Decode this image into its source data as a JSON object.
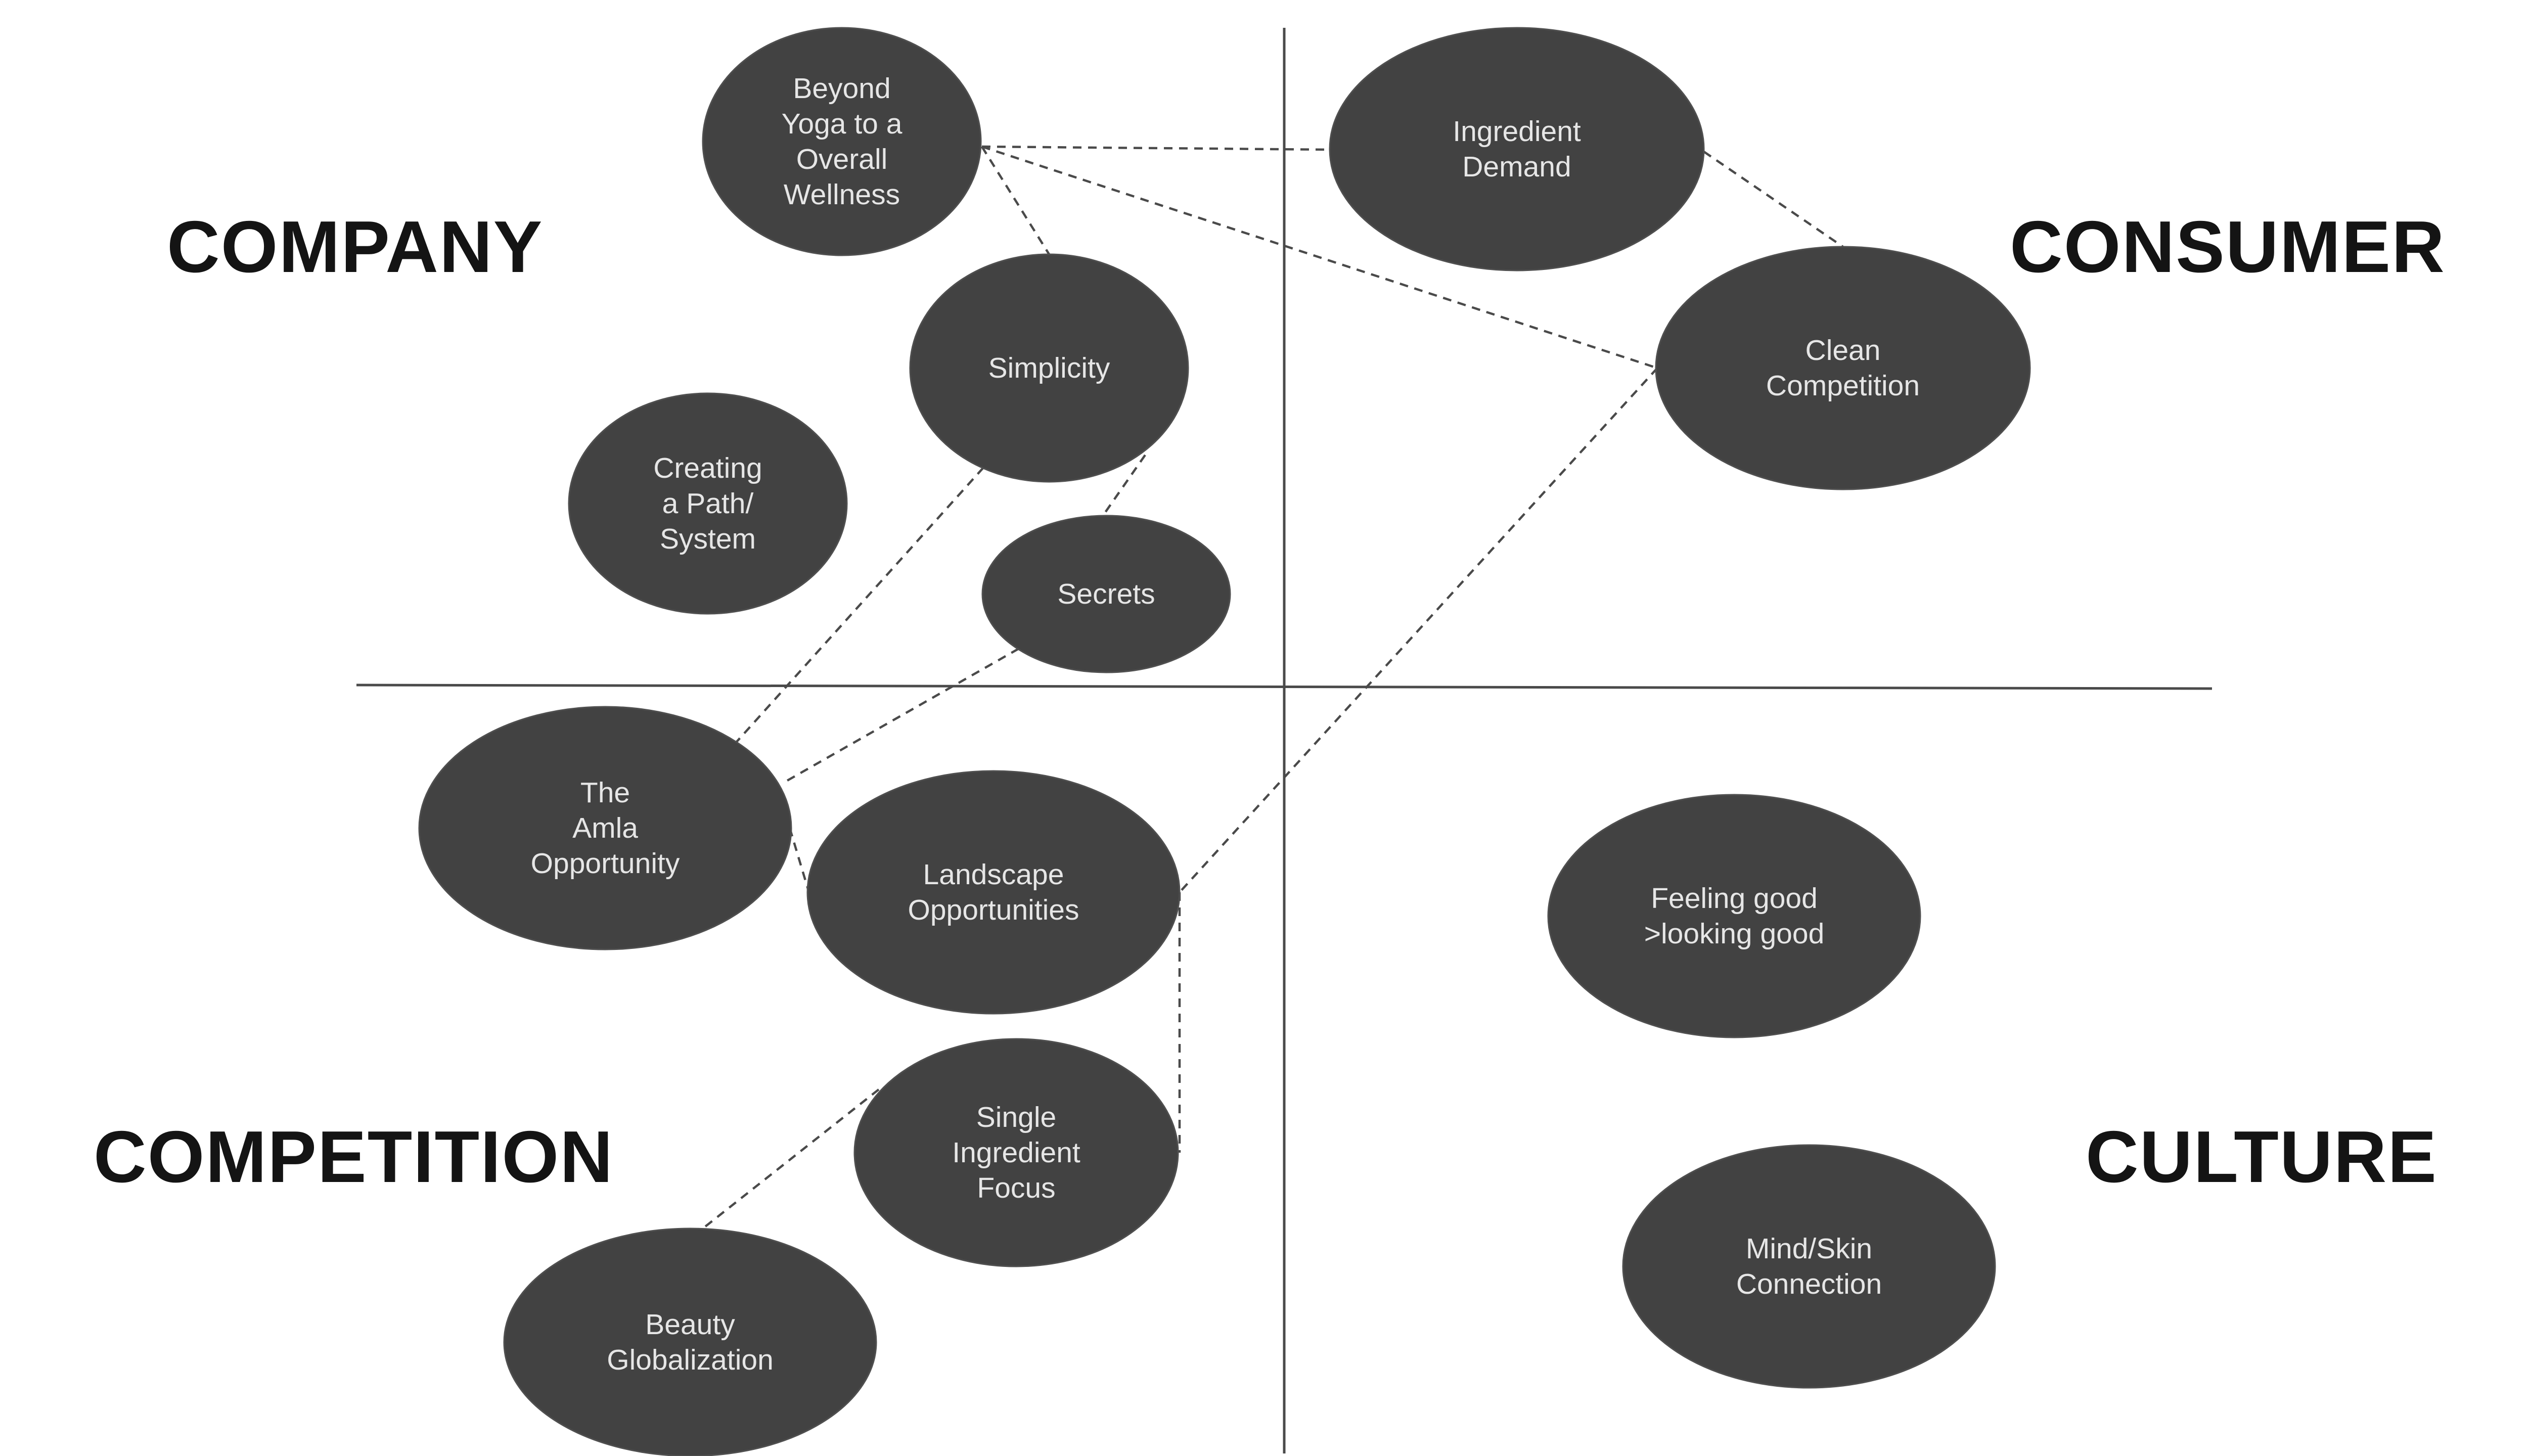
{
  "quadrants": {
    "company": "COMPANY",
    "consumer": "CONSUMER",
    "competition": "COMPETITION",
    "culture": "CULTURE"
  },
  "nodes": [
    {
      "id": "beyond-yoga",
      "lines": [
        "Beyond",
        "Yoga to a",
        "Overall",
        "Wellness"
      ]
    },
    {
      "id": "ingredient-demand",
      "lines": [
        "Ingredient",
        "Demand"
      ]
    },
    {
      "id": "simplicity",
      "lines": [
        "Simplicity"
      ]
    },
    {
      "id": "clean-competition",
      "lines": [
        "Clean",
        "Competition"
      ]
    },
    {
      "id": "creating-path",
      "lines": [
        "Creating",
        "a Path/",
        "System"
      ]
    },
    {
      "id": "secrets",
      "lines": [
        "Secrets"
      ]
    },
    {
      "id": "amla-opportunity",
      "lines": [
        "The",
        "Amla",
        "Opportunity"
      ]
    },
    {
      "id": "landscape-opportunities",
      "lines": [
        "Landscape",
        "Opportunities"
      ]
    },
    {
      "id": "feeling-good",
      "lines": [
        "Feeling good",
        ">looking good"
      ]
    },
    {
      "id": "single-ingredient",
      "lines": [
        "Single",
        "Ingredient",
        "Focus"
      ]
    },
    {
      "id": "mind-skin",
      "lines": [
        "Mind/Skin",
        "Connection"
      ]
    },
    {
      "id": "beauty-globalization",
      "lines": [
        "Beauty",
        "Globalization"
      ]
    }
  ],
  "connections": [
    [
      "beyond-yoga",
      "ingredient-demand"
    ],
    [
      "beyond-yoga",
      "simplicity"
    ],
    [
      "beyond-yoga",
      "clean-competition"
    ],
    [
      "ingredient-demand",
      "clean-competition"
    ],
    [
      "clean-competition",
      "landscape-opportunities"
    ],
    [
      "simplicity",
      "amla-opportunity"
    ],
    [
      "simplicity",
      "secrets"
    ],
    [
      "secrets",
      "amla-opportunity"
    ],
    [
      "amla-opportunity",
      "landscape-opportunities"
    ],
    [
      "landscape-opportunities",
      "single-ingredient"
    ],
    [
      "single-ingredient",
      "beauty-globalization"
    ]
  ]
}
